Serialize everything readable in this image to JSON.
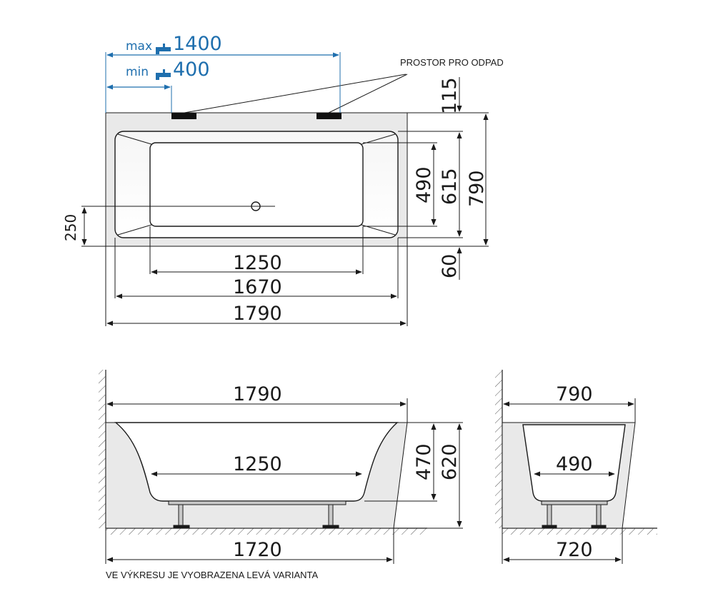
{
  "faucet": {
    "max_label": "max",
    "max_value": "1400",
    "min_label": "min",
    "min_value": "400",
    "faucet_icon": "faucet-icon",
    "color": "#1f6fae"
  },
  "labels": {
    "drain_space": "PROSTOR PRO ODPAD",
    "footnote": "VE VÝKRESU JE VYOBRAZENA LEVÁ VARIANTA"
  },
  "top_view": {
    "dim_inner_floor": "1250",
    "dim_inner_rim": "1670",
    "dim_total_length": "1790",
    "dim_floor_width": "490",
    "dim_inner_width": "615",
    "dim_total_width": "790",
    "dim_top_offset": "115",
    "dim_bottom_offset": "60",
    "dim_drain_offset": "250"
  },
  "side_view": {
    "dim_top_length": "1790",
    "dim_floor_length": "1250",
    "dim_base_length": "1720",
    "dim_inner_depth": "470",
    "dim_total_height": "620"
  },
  "end_view": {
    "dim_top_width": "790",
    "dim_floor_width": "490",
    "dim_base_width": "720"
  },
  "colors": {
    "line": "#1a1a1a",
    "tub_fill": "#e9e9e9",
    "dimension_blue": "#1f6fae"
  }
}
